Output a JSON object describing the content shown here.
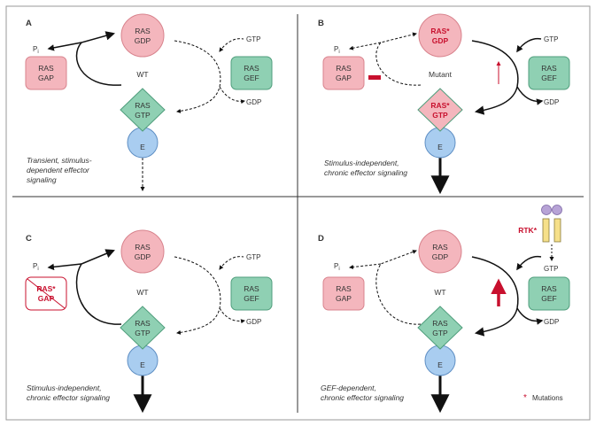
{
  "panels": {
    "a": {
      "letter": "A",
      "ras_gdp": [
        "RAS",
        "GDP"
      ],
      "ras_gtp": [
        "RAS",
        "GTP"
      ],
      "gap": [
        "RAS",
        "GAP"
      ],
      "gef": [
        "RAS",
        "GEF"
      ],
      "center": "WT",
      "pi": "P",
      "pi_sub": "i",
      "gtp": "GTP",
      "gdp": "GDP",
      "effector": "E",
      "caption": [
        "Transient, stimulus-",
        "dependent effector",
        "signaling"
      ]
    },
    "b": {
      "letter": "B",
      "ras_gdp": [
        "RAS*",
        "GDP"
      ],
      "ras_gtp": [
        "RAS*",
        "GTP"
      ],
      "gap": [
        "RAS",
        "GAP"
      ],
      "gef": [
        "RAS",
        "GEF"
      ],
      "center": "Mutant",
      "pi": "P",
      "pi_sub": "i",
      "gtp": "GTP",
      "gdp": "GDP",
      "effector": "E",
      "caption": [
        "Stimulus-independent,",
        "chronic effector signaling"
      ]
    },
    "c": {
      "letter": "C",
      "ras_gdp": [
        "RAS",
        "GDP"
      ],
      "ras_gtp": [
        "RAS",
        "GTP"
      ],
      "gap": [
        "RAS*",
        "GAP"
      ],
      "gef": [
        "RAS",
        "GEF"
      ],
      "center": "WT",
      "pi": "P",
      "pi_sub": "i",
      "gtp": "GTP",
      "gdp": "GDP",
      "effector": "E",
      "caption": [
        "Stimulus-independent,",
        "chronic effector signaling"
      ]
    },
    "d": {
      "letter": "D",
      "ras_gdp": [
        "RAS",
        "GDP"
      ],
      "ras_gtp": [
        "RAS",
        "GTP"
      ],
      "gap": [
        "RAS",
        "GAP"
      ],
      "gef": [
        "RAS",
        "GEF"
      ],
      "center": "WT",
      "pi": "P",
      "pi_sub": "i",
      "gtp": "GTP",
      "gdp": "GDP",
      "effector": "E",
      "rtk": "RTK*",
      "caption": [
        "GEF-dependent,",
        "chronic effector signaling"
      ]
    }
  },
  "legend": {
    "star": "*",
    "label": "Mutations"
  },
  "colors": {
    "ras_pink": "#f4b6bd",
    "ras_pink_stroke": "#d8838d",
    "gef_green": "#8fd0b3",
    "gef_green_stroke": "#4f9e7c",
    "effector_blue": "#a9cdf0",
    "effector_blue_stroke": "#5f8fc4",
    "mutation_red": "#c8102e",
    "rtk_yellow": "#f6e08a",
    "rtk_purple": "#b7a3d6"
  }
}
